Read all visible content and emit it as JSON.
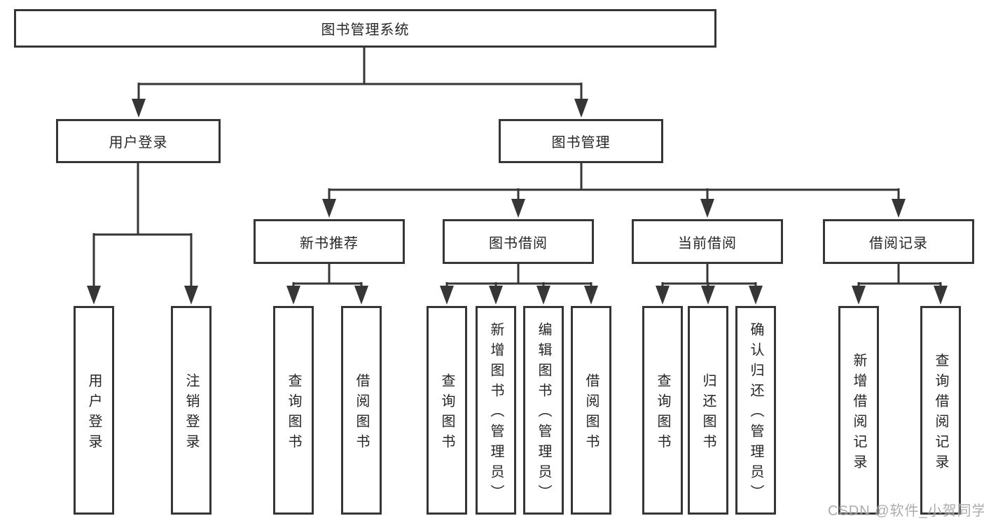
{
  "colors": {
    "line": "#363636",
    "box_border": "#363636",
    "text": "#262626",
    "background": "#ffffff",
    "watermark": "#9e9e9e"
  },
  "watermark": {
    "text": "CSDN @软件_小贺同学"
  },
  "tree": {
    "root": {
      "label": "图书管理系统",
      "children": [
        {
          "label": "用户登录",
          "children": [
            {
              "label": "用户登录"
            },
            {
              "label": "注销登录"
            }
          ]
        },
        {
          "label": "图书管理",
          "children": [
            {
              "label": "新书推荐",
              "children": [
                {
                  "label": "查询图书"
                },
                {
                  "label": "借阅图书"
                }
              ]
            },
            {
              "label": "图书借阅",
              "children": [
                {
                  "label": "查询图书"
                },
                {
                  "label": "新增图书（管理员）"
                },
                {
                  "label": "编辑图书（管理员）"
                },
                {
                  "label": "借阅图书"
                }
              ]
            },
            {
              "label": "当前借阅",
              "children": [
                {
                  "label": "查询图书"
                },
                {
                  "label": "归还图书"
                },
                {
                  "label": "确认归还（管理员）"
                }
              ]
            },
            {
              "label": "借阅记录",
              "children": [
                {
                  "label": "新增借阅记录"
                },
                {
                  "label": "查询借阅记录"
                }
              ]
            }
          ]
        }
      ]
    }
  }
}
